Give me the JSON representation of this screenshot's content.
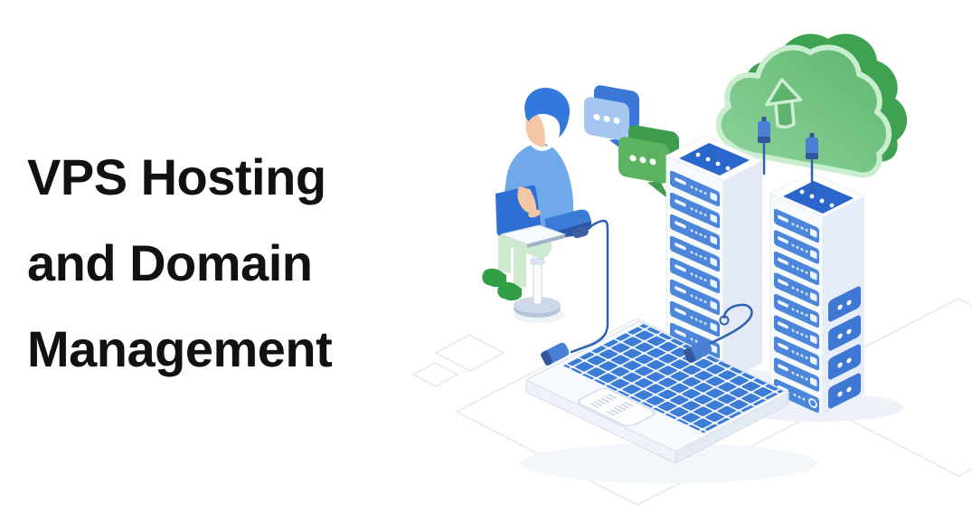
{
  "heading": {
    "lines": [
      "VPS Hosting",
      "and Domain",
      "Management"
    ],
    "color": "#111111"
  },
  "illustration": {
    "elements": [
      "person-on-stool-with-laptop",
      "chat-bubbles",
      "green-upload-cloud",
      "cloud-cables-with-plugs",
      "server-tower-left",
      "server-tower-right",
      "isometric-laptop-keyboard",
      "ground-cables-with-plugs",
      "faint-isometric-floor-outlines"
    ],
    "colors": {
      "blue_primary": "#3c7cd7",
      "blue_slat": "#4b86da",
      "blue_panel_dark": "#2b66cc",
      "blue_bubble_light": "#a6c6f2",
      "blue_bubble_dark": "#3a78d8",
      "cable_blue": "#2f62ae",
      "green_bubble": "#5cb35f",
      "green_dark": "#3f9b4e",
      "cloud_front_light": "#8fd49e",
      "cloud_front_deep": "#5eb56e",
      "cloud_side": "#3fa252",
      "cloud_rim": "#c9eecf",
      "shirt_blue": "#6fa9e9",
      "hair_blue": "#3379dd",
      "skin": "#f3c6a4",
      "pants_green": "#cfe9cf",
      "shoe_green": "#2f9e44",
      "chassis_white": "#f7fafd",
      "chassis_side": "#e3eaf5",
      "outline_faint": "#e8ecf3"
    }
  }
}
